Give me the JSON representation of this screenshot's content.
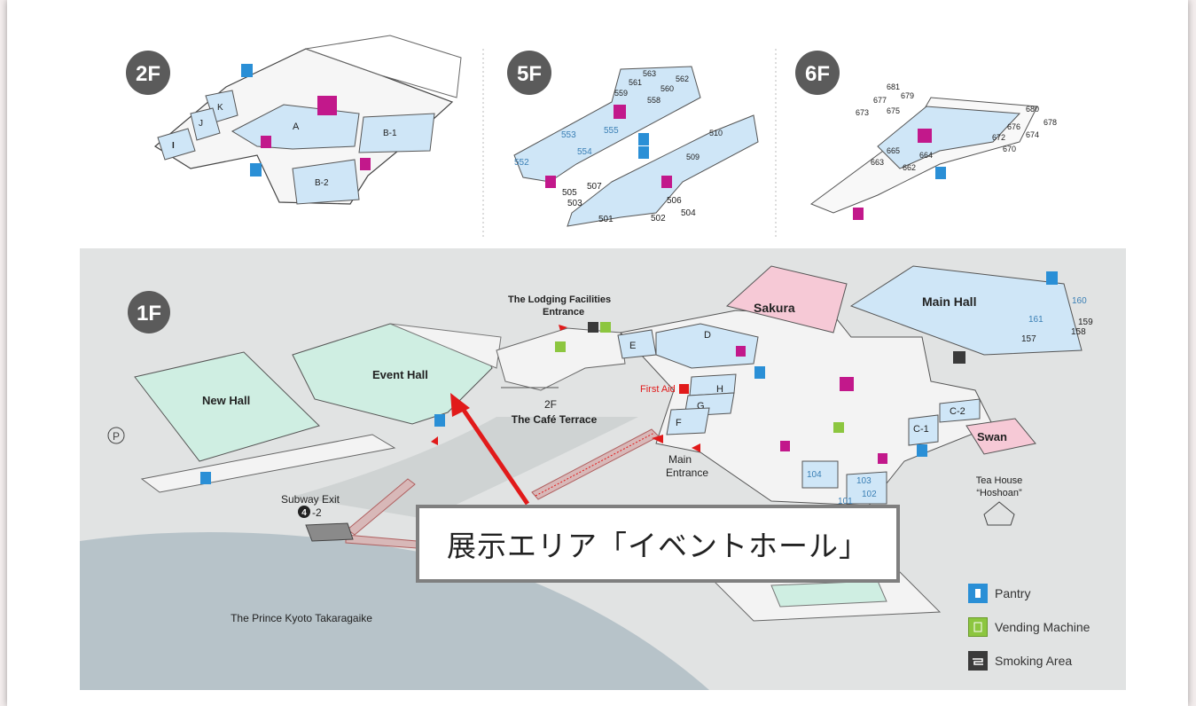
{
  "floors": {
    "f2": {
      "badge": "2F",
      "rooms": {
        "k": "K",
        "j": "J",
        "i": "I",
        "a": "A",
        "b1": "B-1",
        "b2": "B-2"
      }
    },
    "f5": {
      "badge": "5F",
      "rooms": [
        "563",
        "562",
        "561",
        "560",
        "559",
        "558",
        "553",
        "555",
        "554",
        "552",
        "510",
        "509",
        "507",
        "505",
        "503",
        "506",
        "504",
        "502",
        "501"
      ]
    },
    "f6": {
      "badge": "6F",
      "rooms": [
        "681",
        "679",
        "677",
        "673",
        "675",
        "680",
        "678",
        "676",
        "674",
        "672",
        "670",
        "665",
        "664",
        "663",
        "662"
      ]
    },
    "f1": {
      "badge": "1F",
      "labels": {
        "lodging": "The Lodging Facilities",
        "entrance": "Entrance",
        "event_hall": "Event Hall",
        "new_hall": "New Hall",
        "parking": "P",
        "cafe_floor": "2F",
        "cafe": "The Café Terrace",
        "first_aid": "First Aid",
        "main_entrance_1": "Main",
        "main_entrance_2": "Entrance",
        "subway_1": "Subway Exit",
        "subway_num": "4",
        "subway_2": "-2",
        "hotel": "The Prince Kyoto Takaragaike",
        "sakura": "Sakura",
        "main_hall": "Main Hall",
        "swan": "Swan",
        "tea_house_1": "Tea House",
        "tea_house_2": "“Hoshoan”",
        "room_d": "D",
        "room_e": "E",
        "room_f": "F",
        "room_g": "G",
        "room_h": "H",
        "room_c1": "C-1",
        "room_c2": "C-2",
        "r104": "104",
        "r103": "103",
        "r102": "102",
        "r101": "101",
        "r157": "157",
        "r158": "158",
        "r159": "159",
        "r160": "160",
        "r161": "161"
      }
    }
  },
  "callout": {
    "text": "展示エリア「イベントホール」"
  },
  "legend": [
    {
      "label": "Pantry",
      "icon": "pantry-icon",
      "color": "#2a8fd6"
    },
    {
      "label": "Vending Machine",
      "icon": "vending-machine-icon",
      "color": "#8cc63f"
    },
    {
      "label": "Smoking Area",
      "icon": "smoking-area-icon",
      "color": "#3a3a3a"
    }
  ],
  "colors": {
    "room_blue": "#cfe6f7",
    "room_green": "#cfeee2",
    "sakura_pink": "#f6c9d6",
    "restroom": "#c2188b",
    "arrow_red": "#e11a1a",
    "map_bg": "#e1e3e3",
    "water": "#b7c3c9"
  }
}
